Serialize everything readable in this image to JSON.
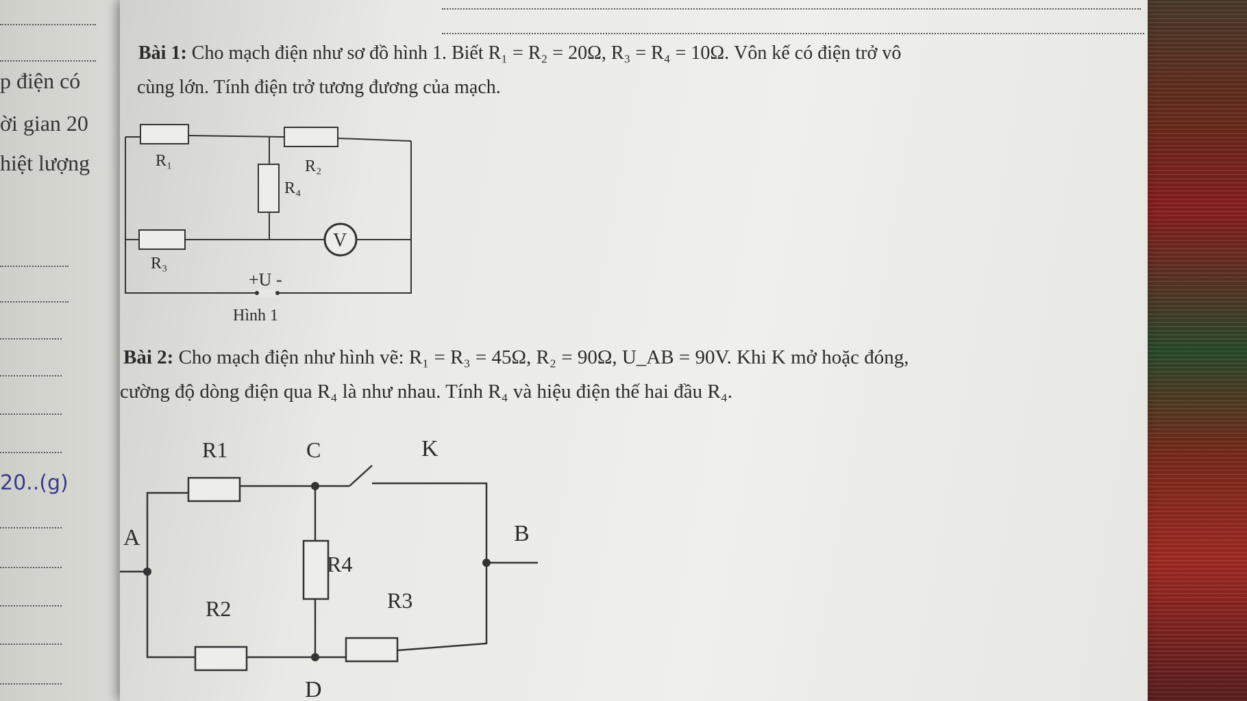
{
  "left_page": {
    "fragments": [
      "p điện có",
      "ời gian 20",
      "hiệt lượng"
    ],
    "handwriting": "20..(g)"
  },
  "problem1": {
    "label": "Bài 1:",
    "line1": "Cho mạch điện như sơ đồ hình 1. Biết R₁ = R₂ = 20Ω, R₃ = R₄ = 10Ω. Vôn kế có điện trở vô",
    "line2": "cùng lớn. Tính điện trở tương đương của mạch.",
    "figure": {
      "r1": "R₁",
      "r2": "R₂",
      "r3": "R₃",
      "r4": "R₄",
      "voltmeter": "V",
      "source": "+U -",
      "caption": "Hình 1"
    }
  },
  "problem2": {
    "label": "Bài 2:",
    "line1": "Cho mạch điện như hình vẽ: R₁ = R₃ = 45Ω, R₂ = 90Ω, U_AB = 90V. Khi K mở hoặc đóng,",
    "line2": "cường độ dòng điện qua R₄ là như nhau. Tính R₄ và hiệu điện thế hai đầu R₄.",
    "figure": {
      "r1": "R1",
      "r2": "R2",
      "r3": "R3",
      "r4": "R4",
      "c": "C",
      "k": "K",
      "a": "A",
      "b": "B",
      "d": "D"
    }
  }
}
